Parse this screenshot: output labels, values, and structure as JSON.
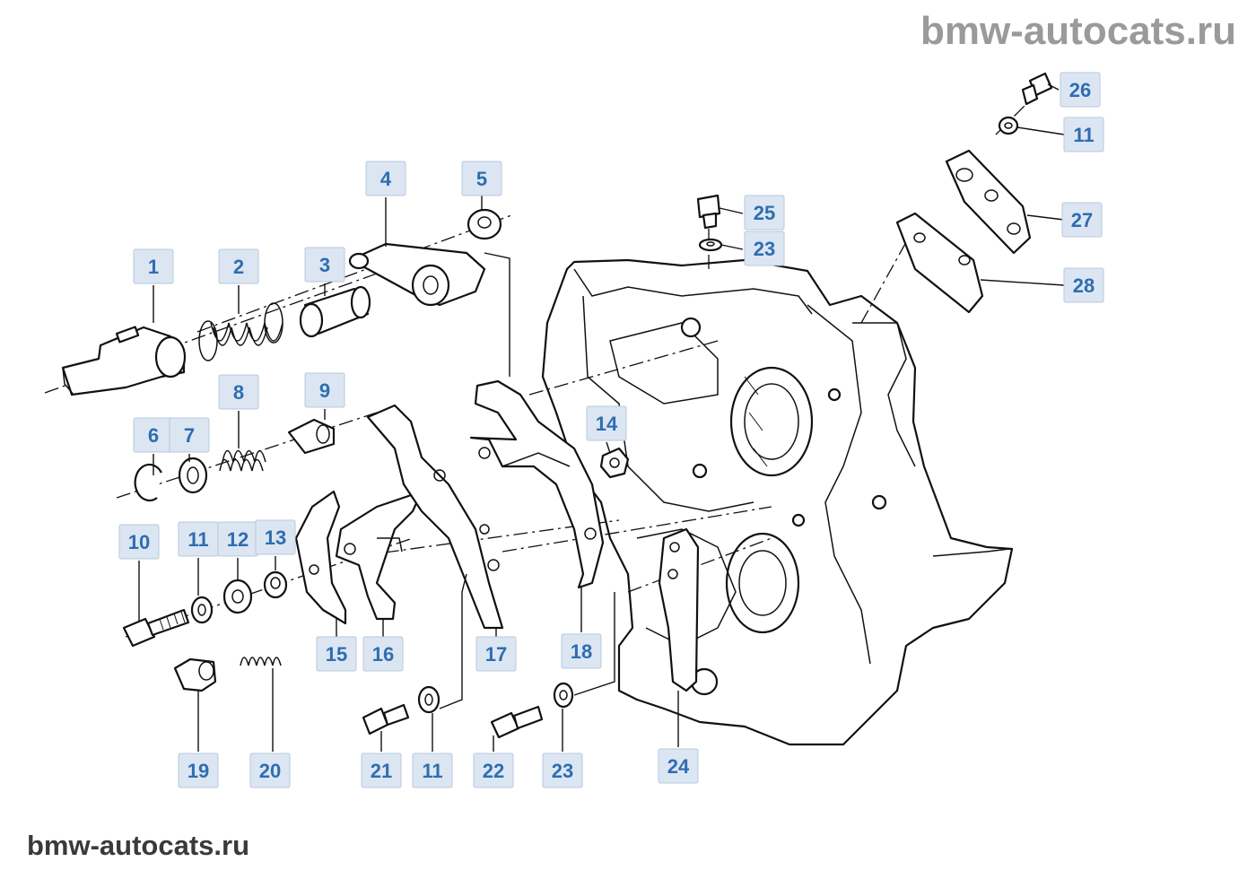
{
  "watermark": {
    "top": "bmw-autocats.ru",
    "bottom": "bmw-autocats.ru"
  },
  "callout_style": {
    "box_color": "#dce6f2",
    "text_color": "#2e6db2"
  },
  "callouts": [
    "1",
    "2",
    "3",
    "4",
    "5",
    "6",
    "7",
    "8",
    "9",
    "10",
    "11",
    "12",
    "13",
    "14",
    "15",
    "16",
    "17",
    "18",
    "19",
    "20",
    "21",
    "11",
    "22",
    "23",
    "24",
    "25",
    "23",
    "26",
    "11",
    "27",
    "28"
  ]
}
